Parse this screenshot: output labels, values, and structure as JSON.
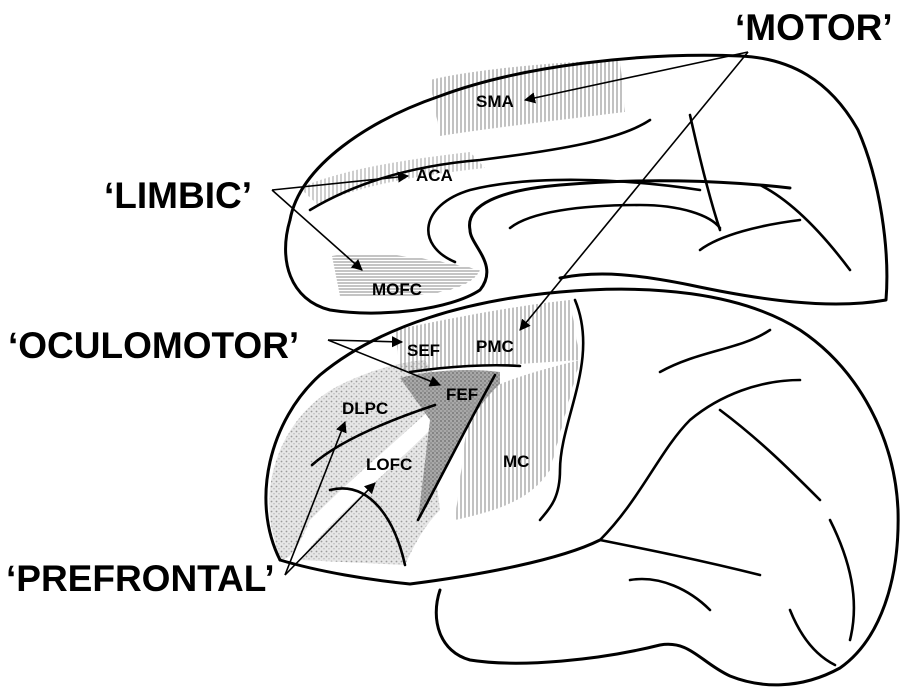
{
  "group_labels": {
    "motor": "‘MOTOR’",
    "limbic": "‘LIMBIC’",
    "oculomotor": "‘OCULOMOTOR’",
    "prefrontal": "‘PREFRONTAL’"
  },
  "region_labels": {
    "sma": "SMA",
    "aca": "ACA",
    "mofc": "MOFC",
    "sef": "SEF",
    "pmc": "PMC",
    "fef": "FEF",
    "dlpc": "DLPC",
    "lofc": "LOFC",
    "mc": "MC"
  },
  "colors": {
    "ink": "#000000",
    "hatch": "#9a9a9a",
    "stipple_light": "#d9d9d9",
    "stipple_dark": "#8c8c8c"
  }
}
